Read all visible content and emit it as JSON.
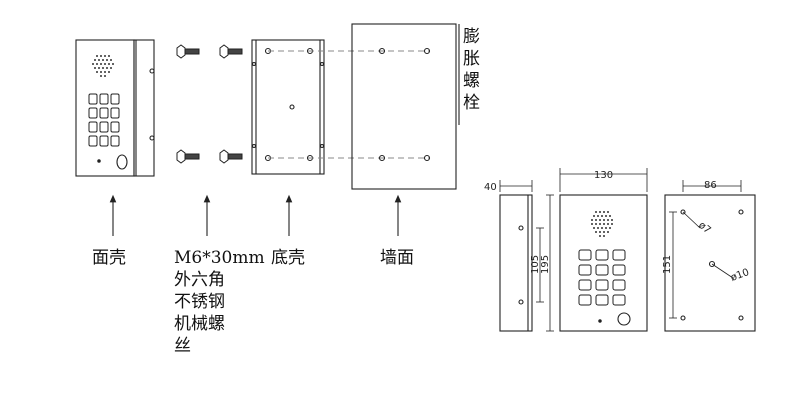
{
  "labels": {
    "face_shell": "面壳",
    "screw_spec": "M6*30mm\n外六角\n不锈钢\n机械螺\n丝",
    "base_shell": "底壳",
    "wall": "墙面",
    "expansion_bolt": "膨胀螺栓"
  },
  "dimensions": {
    "side_depth": "40",
    "width": "130",
    "back_width": "86",
    "hole_spacing": "105",
    "height": "195",
    "back_spacing": "151",
    "hole_d7": "ø7",
    "hole_d10": "ø10"
  },
  "colors": {
    "line": "#222222",
    "dash": "#888888"
  }
}
